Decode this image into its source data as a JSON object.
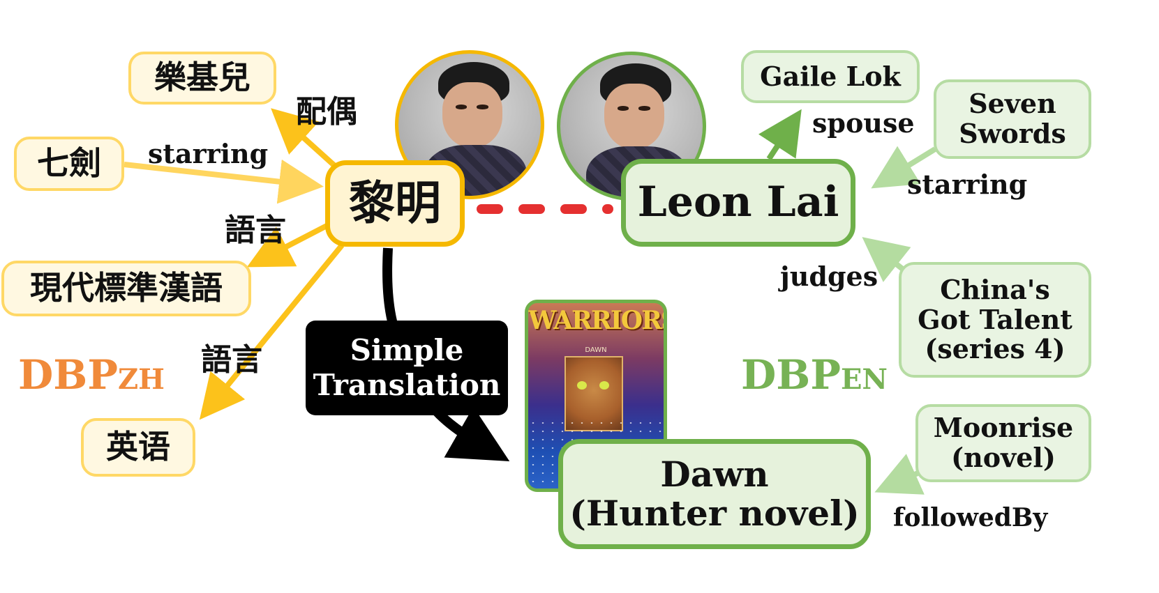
{
  "zh": {
    "center": "黎明",
    "leaves": {
      "spouse_target": "樂基兒",
      "starring_source": "七劍",
      "language_target_1": "現代標準漢語",
      "language_target_2": "英语"
    },
    "edges": {
      "spouse": "配偶",
      "starring": "starring",
      "language_1": "語言",
      "language_2": "語言"
    },
    "kb_label_main": "DBP",
    "kb_label_sub": "ZH"
  },
  "en": {
    "center": "Leon Lai",
    "leaves": {
      "spouse_target": "Gaile Lok",
      "starring_source": "Seven\nSwords",
      "judges_source": "China's\nGot Talent\n(series 4)",
      "followedby_source": "Moonrise\n(novel)"
    },
    "dawn": "Dawn\n(Hunter novel)",
    "edges": {
      "spouse": "spouse",
      "starring": "starring",
      "judges": "judges",
      "followedby": "followedBy"
    },
    "kb_label_main": "DBP",
    "kb_label_sub": "EN"
  },
  "translation": {
    "label": "Simple\nTranslation"
  },
  "cover": {
    "title": "WARRIORS",
    "subtitle": "DAWN"
  },
  "colors": {
    "zh_border": "#f5b800",
    "zh_leaf_border": "#ffd866",
    "zh_arrow": "#fcc21b",
    "zh_arrow_light": "#ffd55e",
    "zh_kb": "#f08a3a",
    "en_border": "#6fb04a",
    "en_leaf_border": "#b6dca3",
    "en_arrow_light": "#b4dca0",
    "en_kb": "#77b255",
    "link_dashed": "#e53030"
  },
  "icons": {
    "photo_zh": "person-photo-icon",
    "photo_en": "person-photo-icon",
    "book_cover": "book-cover-icon"
  }
}
